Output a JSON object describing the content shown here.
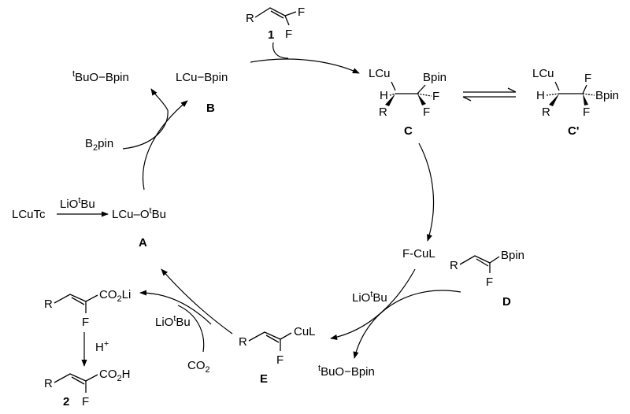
{
  "reagents": {
    "substrate_number": "1",
    "B2pin2_main": "B",
    "B2pin2_sub": "2",
    "B2pin2_tail": "pin",
    "LiOtBu_pre": "LiO",
    "LiOtBu_sup": "t",
    "LiOtBu_post": "Bu",
    "LCuTc": "LCuTc",
    "CO2_main": "CO",
    "CO2_sub": "2",
    "H_plus_main": "H",
    "H_plus_sup": "+"
  },
  "species": {
    "A": {
      "label": "A",
      "pre": "LCu–O",
      "sup": "t",
      "post": "Bu"
    },
    "B": {
      "label": "B",
      "text": "LCu−Bpin"
    },
    "tBuOBpin": {
      "sup": "t",
      "post": "BuO−Bpin"
    },
    "C": {
      "label": "C"
    },
    "C_prime": {
      "label": "C'"
    },
    "D": {
      "label": "D"
    },
    "E": {
      "label": "E"
    },
    "FCuL": "F-CuL",
    "product": {
      "label": "2"
    }
  },
  "atoms": {
    "R": "R",
    "F": "F",
    "H": "H",
    "LCu": "LCu",
    "Bpin": "Bpin",
    "CuL": "CuL",
    "CO2Li_main": "CO",
    "CO2Li_sub": "2",
    "CO2Li_tail": "Li",
    "CO2H_main": "CO",
    "CO2H_sub": "2",
    "CO2H_tail": "H"
  }
}
